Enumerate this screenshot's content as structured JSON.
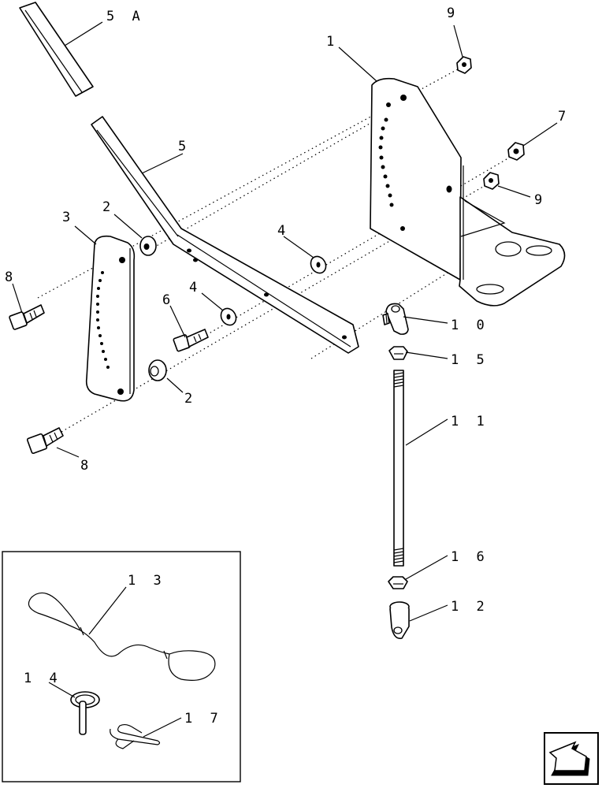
{
  "callouts": {
    "c1": "1",
    "c2a": "2",
    "c2b": "2",
    "c3": "3",
    "c4a": "4",
    "c4b": "4",
    "c5": "5",
    "c5a": "5 A",
    "c6": "6",
    "c7": "7",
    "c8a": "8",
    "c8b": "8",
    "c9a": "9",
    "c9b": "9",
    "c10": "1 0",
    "c11": "1 1",
    "c12": "1 2",
    "c13": "1 3",
    "c14": "1 4",
    "c15": "1 5",
    "c16": "1 6",
    "c17": "1 7"
  },
  "nav_icon": "arrow-icon"
}
